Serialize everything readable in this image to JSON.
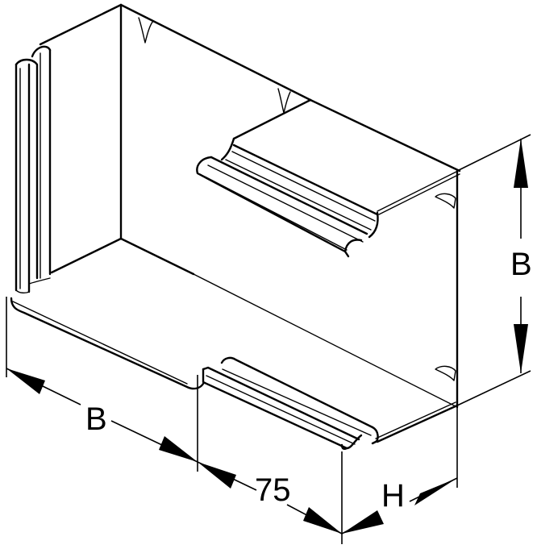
{
  "drawing": {
    "subject": "cable trunking end piece / corner – isometric technical drawing",
    "background": "#ffffff",
    "line_color": "#000000"
  },
  "dimensions": {
    "width_bottom_label": "B",
    "width_right_label": "B",
    "length_label": "75",
    "height_label": "H"
  }
}
